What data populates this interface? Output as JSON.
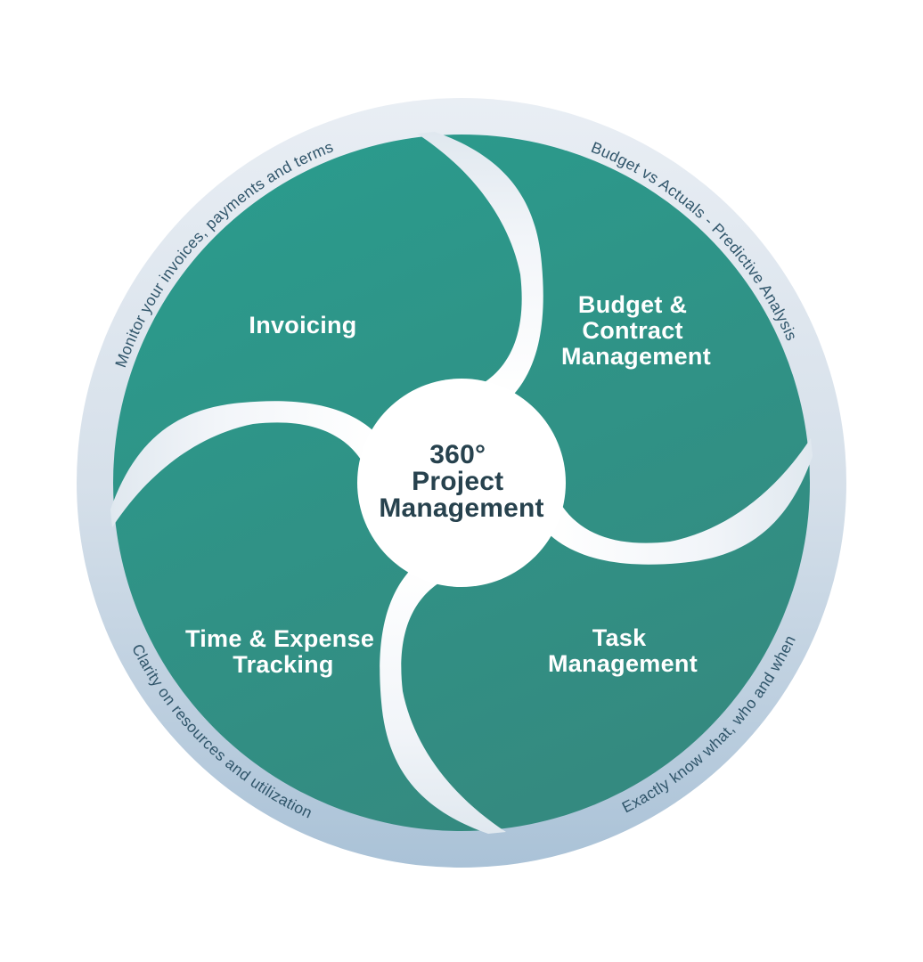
{
  "diagram": {
    "title_center": {
      "line1": "360°",
      "line2": "Project",
      "line3": "Management"
    },
    "quadrants": [
      {
        "id": "invoicing",
        "position": "top-left",
        "label_lines": [
          "Invoicing"
        ],
        "tagline": "Monitor your invoices, payments and terms"
      },
      {
        "id": "budget-contract",
        "position": "top-right",
        "label_lines": [
          "Budget &",
          "Contract",
          "Management"
        ],
        "tagline": "Budget vs Actuals - Predictive Analysis"
      },
      {
        "id": "time-expense",
        "position": "bottom-left",
        "label_lines": [
          "Time & Expense",
          "Tracking"
        ],
        "tagline": "Clarity on resources and utilization"
      },
      {
        "id": "task",
        "position": "bottom-right",
        "label_lines": [
          "Task",
          "Management"
        ],
        "tagline": "Exactly know what, who and when"
      }
    ],
    "colors": {
      "teal_top": "#2b9a8c",
      "teal_bottom": "#35897f",
      "ring_top": "#e9eef4",
      "ring_bottom": "#aac2d7",
      "divider_white": "#ffffff",
      "center_text": "#27424e",
      "tagline_text": "#30556a",
      "label_text": "#ffffff",
      "background": "#ffffff"
    }
  }
}
